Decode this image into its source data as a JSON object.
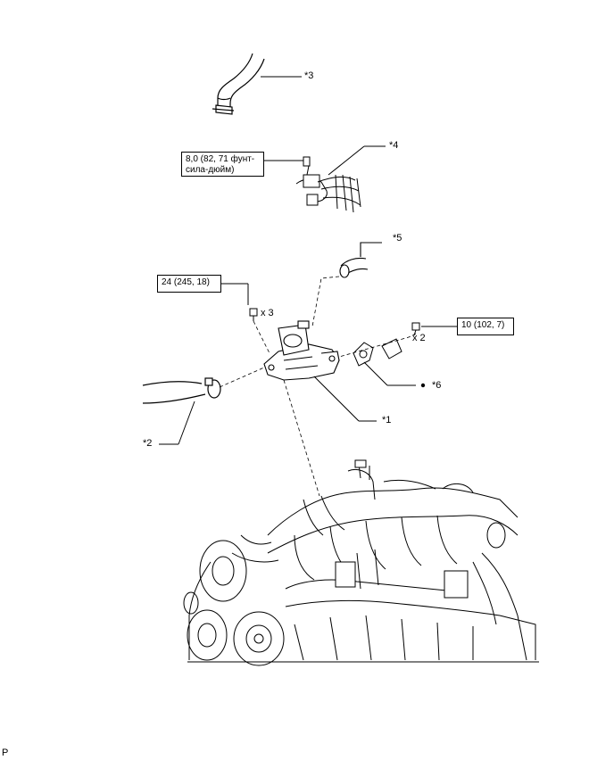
{
  "callouts": {
    "c1": "*1",
    "c2": "*2",
    "c3": "*3",
    "c4": "*4",
    "c5": "*5",
    "c6": "*6"
  },
  "torques": {
    "t1": "8,0 (82, 71 фунт-сила-дюйм)",
    "t2": "24 (245, 18)",
    "t3": "10 (102, 7)"
  },
  "quantities": {
    "q1": "x 3",
    "q2": "x 2"
  },
  "footer": {
    "letter": "P"
  }
}
